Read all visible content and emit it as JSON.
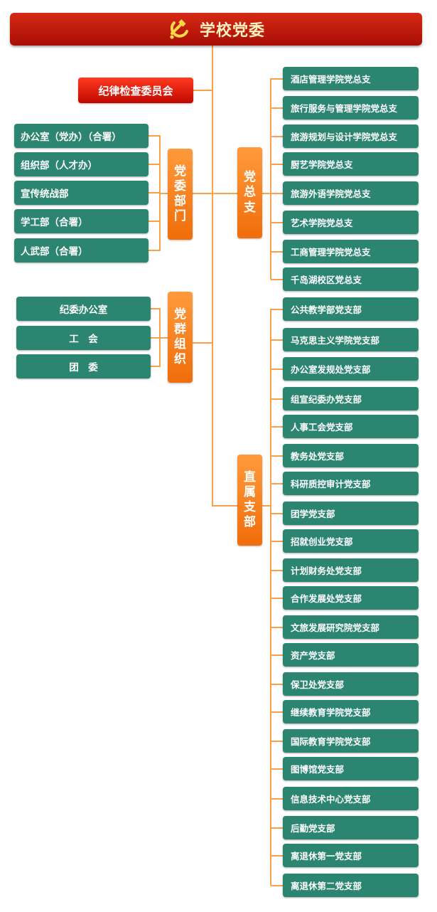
{
  "header": {
    "title": "学校党委"
  },
  "discipline": {
    "label": "纪律检查委员会"
  },
  "party_departments": {
    "label": "党委部门",
    "items": [
      "办公室（党办）（合署）",
      "组织部（人才办）",
      "宣传统战部",
      "学工部（合署）",
      "人武部（合署）"
    ]
  },
  "mass_organizations": {
    "label": "党群组织",
    "items": [
      "纪委办公室",
      "工　会",
      "团　委"
    ]
  },
  "general_branches": {
    "label": "党总支",
    "items": [
      "酒店管理学院党总支",
      "旅行服务与管理学院党总支",
      "旅游规划与设计学院党总支",
      "厨艺学院党总支",
      "旅游外语学院党总支",
      "艺术学院党总支",
      "工商管理学院党总支",
      "千岛湖校区党总支"
    ]
  },
  "direct_branches": {
    "label": "直属支部",
    "items": [
      "公共教学部党支部",
      "马克思主义学院党支部",
      "办公室发规处党支部",
      "组宣纪委办党支部",
      "人事工会党支部",
      "教务处党支部",
      "科研质控审计党支部",
      "团学党支部",
      "招就创业党支部",
      "计划财务处党支部",
      "合作发展处党支部",
      "文旅发展研究院党支部",
      "资产党支部",
      "保卫处党支部",
      "继续教育学院党支部",
      "国际教育学院党支部",
      "图博馆党支部",
      "信息技术中心党支部",
      "后勤党支部",
      "离退休第一党支部",
      "离退休第二党支部"
    ]
  },
  "colors": {
    "header": "#c0170a",
    "discipline": "#e01206",
    "node": "#2b8570",
    "group": "#f7891f",
    "connector": "#f7a14a"
  }
}
